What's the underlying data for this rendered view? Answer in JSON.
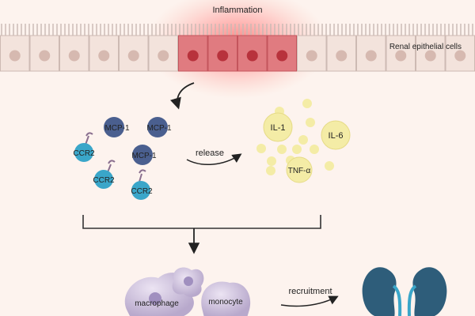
{
  "title": "Inflammation",
  "epithelium_label": "Renal epithelial cells",
  "chemokines": {
    "mcp1_labels": [
      "MCP-1",
      "MCP-1",
      "MCP-1"
    ],
    "ccr2_labels": [
      "CCR2",
      "CCR2",
      "CCR2"
    ]
  },
  "release_label": "release",
  "cytokines": [
    "IL-1",
    "IL-6",
    "TNF-α"
  ],
  "cells": {
    "macrophage_label": "macrophage",
    "monocyte_label": "monocyte"
  },
  "recruitment_label": "recruitment",
  "colors": {
    "inflamed_cell": "#e07b80",
    "normal_cell": "#f3e3dc",
    "mcp1": "#4a5f8f",
    "ccr2": "#3aa6c9",
    "cytokine": "#f4eca6",
    "kidney": "#2e5d7a",
    "ureter": "#3aa6c9"
  }
}
